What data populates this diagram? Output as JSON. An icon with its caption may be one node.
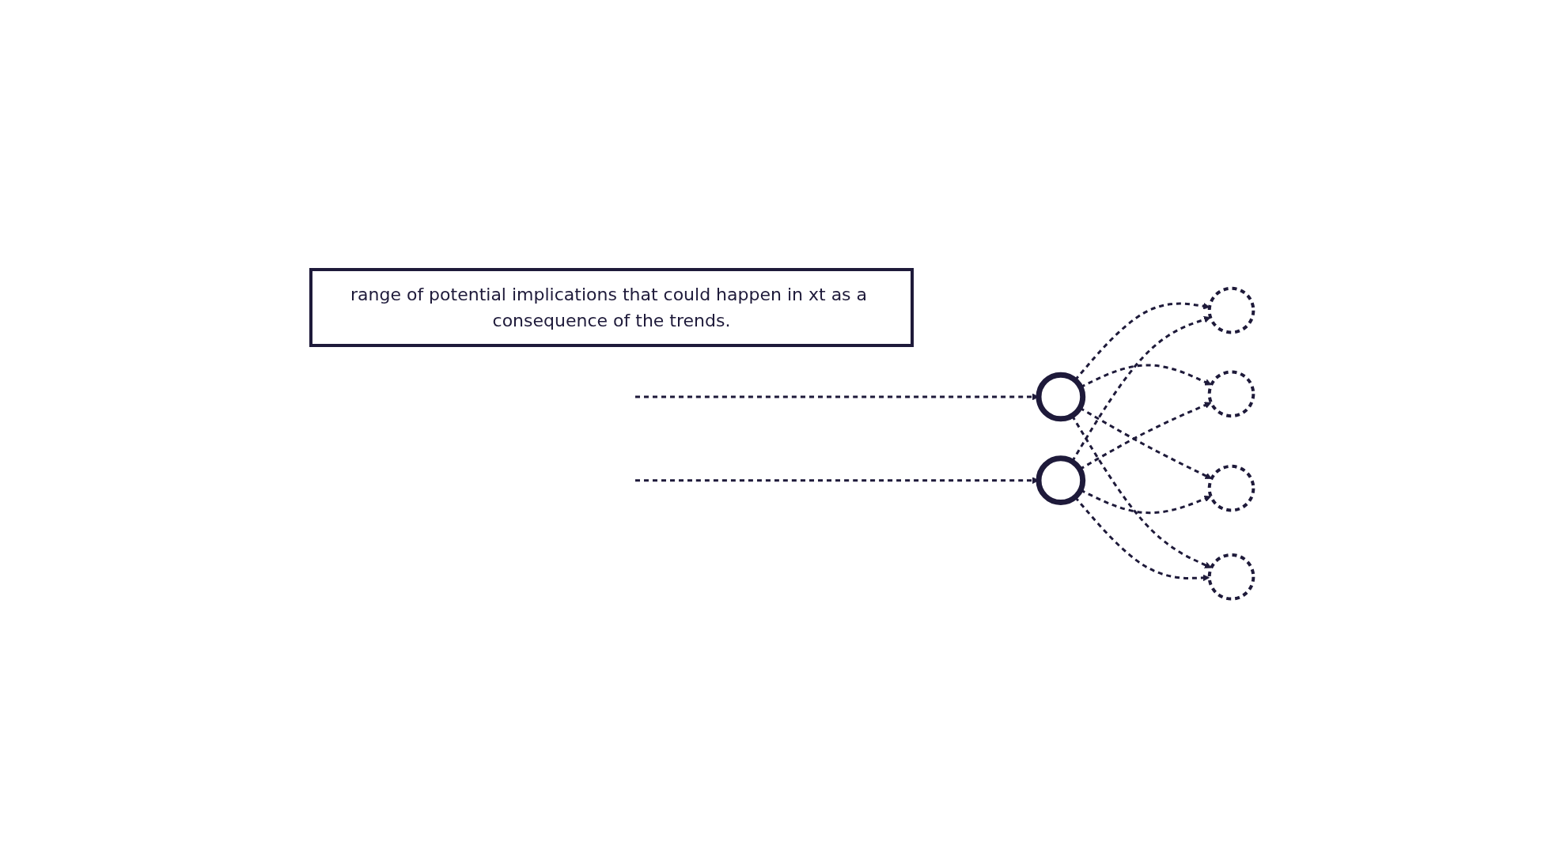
{
  "diagram": {
    "nodes": [
      {
        "text": [
          "range of potential implications that could happen in xt as a consequence of the trends."
        ]
      },
      {
        "text": [],
        "shape": "circle"
      },
      {
        "text": [],
        "shape": "circle"
      },
      {
        "text": [],
        "shape": "circle"
      },
      {
        "text": [],
        "shape": "circle"
      },
      {
        "text": [],
        "shape": "circle"
      },
      {
        "text": [],
        "shape": "circle"
      }
    ],
    "edges": [
      {
        "from": null,
        "to": 1,
        "arrow": "to",
        "style": "dashed"
      },
      {
        "from": null,
        "to": 2,
        "arrow": "to",
        "style": "dashed"
      },
      {
        "from": 1,
        "to": 3,
        "arrow": "to",
        "style": "dashed"
      },
      {
        "from": 1,
        "to": 4,
        "arrow": "to",
        "style": "dashed"
      },
      {
        "from": 1,
        "to": 5,
        "arrow": "to",
        "style": "dashed"
      },
      {
        "from": 1,
        "to": 6,
        "arrow": "to",
        "style": "dashed"
      },
      {
        "from": 2,
        "to": 3,
        "arrow": "to",
        "style": "dashed"
      },
      {
        "from": 2,
        "to": 4,
        "arrow": "to",
        "style": "dashed"
      },
      {
        "from": 2,
        "to": 5,
        "arrow": "to",
        "style": "dashed"
      },
      {
        "from": 2,
        "to": 6,
        "arrow": "to",
        "style": "dashed"
      }
    ]
  }
}
